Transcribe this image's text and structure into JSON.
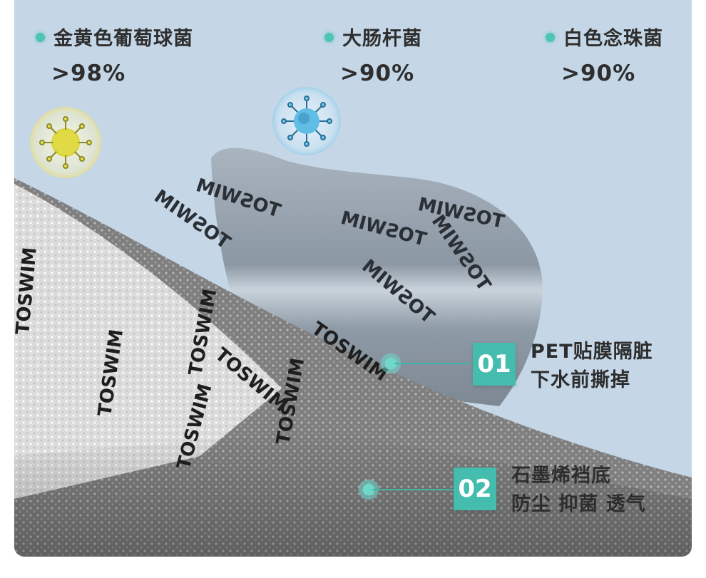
{
  "stats": [
    {
      "name": "金黄色葡萄球菌",
      "value": ">98%"
    },
    {
      "name": "大肠杆菌",
      "value": ">90%"
    },
    {
      "name": "白色念珠菌",
      "value": ">90%"
    }
  ],
  "callouts": [
    {
      "number": "01",
      "line1": "PET贴膜隔脏",
      "line2": "下水前撕掉"
    },
    {
      "number": "02",
      "line1": "石墨烯裆底",
      "line2": "防尘 抑菌 透气"
    }
  ],
  "brand_watermark": "TOSWIM",
  "colors": {
    "accent": "#44bcae",
    "background": "#c5d7e7",
    "text": "#2e2e2e"
  },
  "icons": [
    "bacteria-yellow-icon",
    "bacteria-blue-icon"
  ]
}
